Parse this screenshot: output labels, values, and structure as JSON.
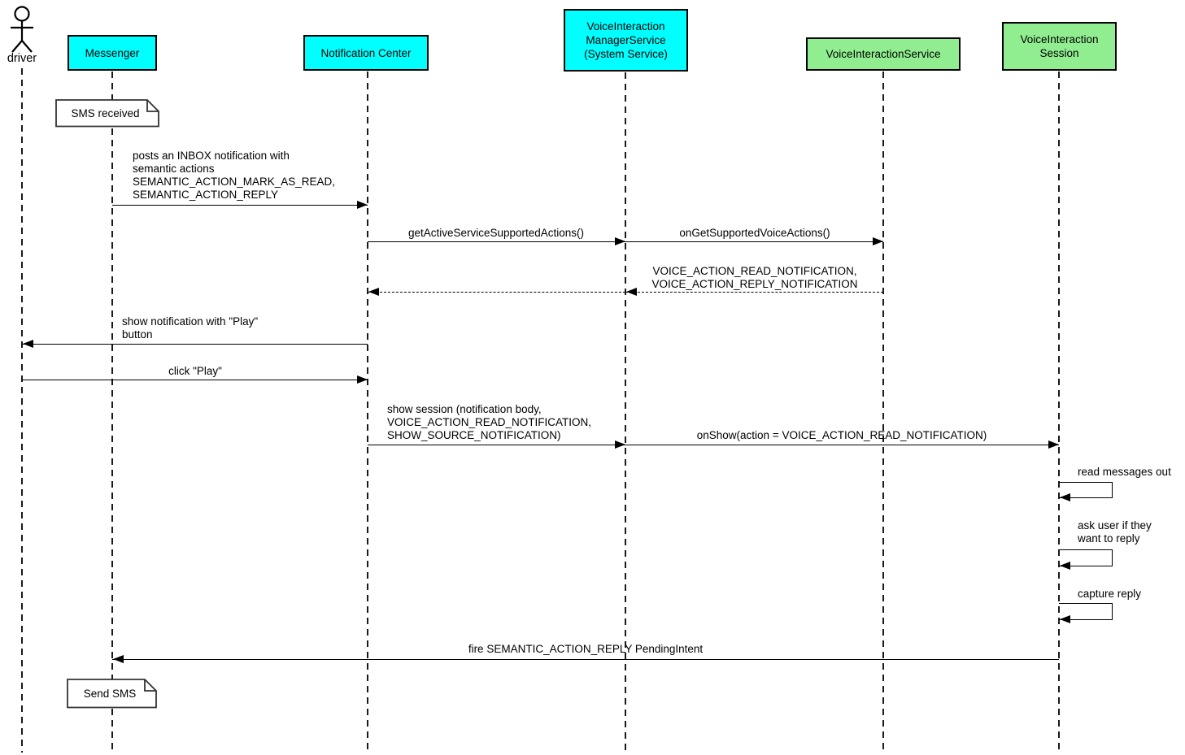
{
  "actor": {
    "label": "driver"
  },
  "participants": [
    {
      "label": "Messenger",
      "color": "#00FFFF"
    },
    {
      "label": "Notification Center",
      "color": "#00FFFF"
    },
    {
      "label": "VoiceInteraction\nManagerService\n(System Service)",
      "color": "#00FFFF"
    },
    {
      "label": "VoiceInteractionService",
      "color": "#90EE90"
    },
    {
      "label": "VoiceInteraction\nSession",
      "color": "#90EE90"
    }
  ],
  "notes": [
    {
      "text": "SMS received",
      "anchor": "Messenger"
    },
    {
      "text": "Send SMS",
      "anchor": "Messenger"
    }
  ],
  "messages": [
    {
      "from": "Messenger",
      "to": "Notification Center",
      "style": "solid",
      "label": "posts an INBOX notification with\nsemantic actions\nSEMANTIC_ACTION_MARK_AS_READ,\nSEMANTIC_ACTION_REPLY"
    },
    {
      "from": "Notification Center",
      "to": "VoiceInteractionManagerService",
      "style": "solid",
      "label": "getActiveServiceSupportedActions()"
    },
    {
      "from": "VoiceInteractionManagerService",
      "to": "VoiceInteractionService",
      "style": "solid",
      "label": "onGetSupportedVoiceActions()"
    },
    {
      "from": "VoiceInteractionService",
      "to": "VoiceInteractionManagerService",
      "style": "dashed",
      "label": "VOICE_ACTION_READ_NOTIFICATION,\nVOICE_ACTION_REPLY_NOTIFICATION"
    },
    {
      "from": "VoiceInteractionManagerService",
      "to": "Notification Center",
      "style": "dashed",
      "label": ""
    },
    {
      "from": "Notification Center",
      "to": "driver",
      "style": "solid",
      "label": "show notification with \"Play\"\nbutton"
    },
    {
      "from": "driver",
      "to": "Notification Center",
      "style": "solid",
      "label": "click \"Play\""
    },
    {
      "from": "Notification Center",
      "to": "VoiceInteractionManagerService",
      "style": "solid",
      "label": "show session (notification body,\nVOICE_ACTION_READ_NOTIFICATION,\nSHOW_SOURCE_NOTIFICATION)"
    },
    {
      "from": "VoiceInteractionManagerService",
      "to": "VoiceInteractionSession",
      "style": "solid",
      "label": "onShow(action = VOICE_ACTION_READ_NOTIFICATION)"
    },
    {
      "from": "VoiceInteractionSession",
      "to": "VoiceInteractionSession",
      "style": "self",
      "label": "read messages out"
    },
    {
      "from": "VoiceInteractionSession",
      "to": "VoiceInteractionSession",
      "style": "self",
      "label": "ask user if they\nwant to reply"
    },
    {
      "from": "VoiceInteractionSession",
      "to": "VoiceInteractionSession",
      "style": "self",
      "label": "capture reply"
    },
    {
      "from": "VoiceInteractionSession",
      "to": "Messenger",
      "style": "solid",
      "label": "fire SEMANTIC_ACTION_REPLY PendingIntent"
    }
  ],
  "colors": {
    "cyan": "#00FFFF",
    "green": "#90EE90",
    "line": "#000000",
    "note_bg": "#FFFFFF"
  }
}
